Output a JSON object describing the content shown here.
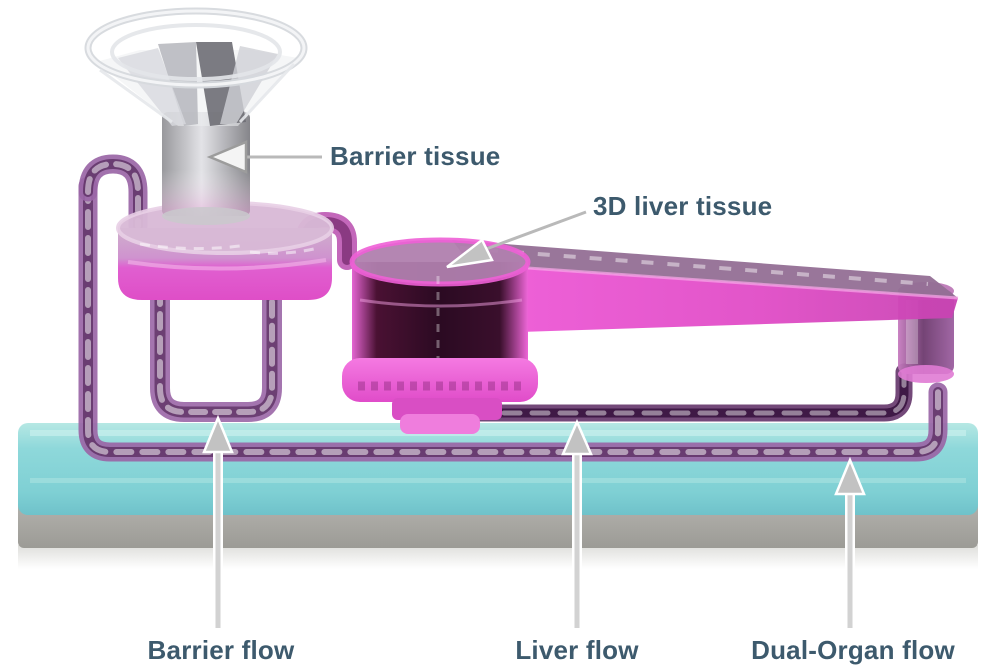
{
  "labels": {
    "barrier_tissue": "Barrier tissue",
    "liver_tissue_3d": "3D liver tissue",
    "barrier_flow": "Barrier flow",
    "liver_flow": "Liver flow",
    "dual_organ_flow": "Dual-Organ flow"
  },
  "colors": {
    "label_text": "#3d5a6d",
    "liquid_magenta": "#e352cb",
    "liquid_dark": "#2b0a22",
    "tube_purple": "#9a66a6",
    "tube_dark_core": "#5c2f63",
    "chip_base_teal": "#7fd0d4",
    "chip_base_gray": "#a5a49f",
    "insert_gray": "#b9b9bd",
    "arrow_fill": "#c2c2c2",
    "arrow_outline": "#ffffff"
  }
}
